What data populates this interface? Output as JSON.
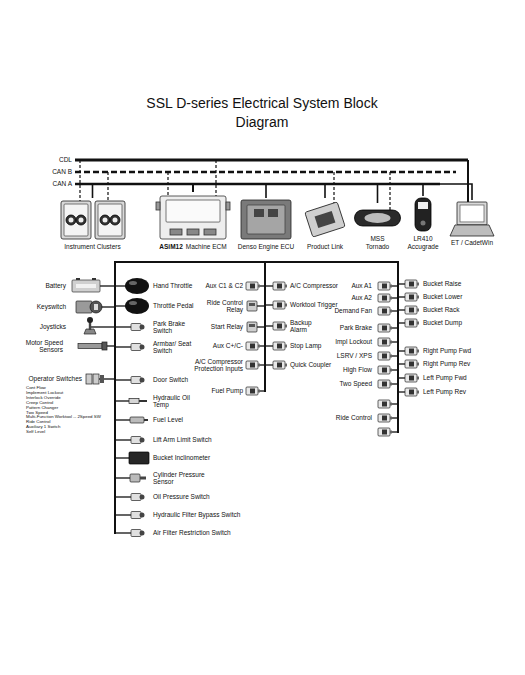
{
  "diagram": {
    "title": "SSL D-series Electrical System Block Diagram",
    "nodes": [
      {
        "text": [
          "Instrument Clusters"
        ]
      },
      {
        "text": [
          "ASiM12",
          "Machine ECM"
        ]
      },
      {
        "text": [
          "Denso Engine ECU"
        ]
      },
      {
        "text": [
          "Product Link"
        ]
      },
      {
        "text": [
          "MSS Tornado"
        ]
      },
      {
        "text": [
          "LR410 Accugrade"
        ]
      },
      {
        "text": [
          "ET / CadetWin"
        ]
      }
    ],
    "edges": [
      {
        "from": 1,
        "to": 0,
        "arrow": "none"
      },
      {
        "from": 1,
        "to": 2,
        "arrow": "none"
      },
      {
        "from": 1,
        "to": 3,
        "arrow": "none"
      },
      {
        "from": 1,
        "to": 4,
        "arrow": "none"
      },
      {
        "from": 1,
        "to": 5,
        "arrow": "none"
      },
      {
        "from": 1,
        "to": 6,
        "arrow": "none"
      }
    ],
    "labels": [
      "CDL",
      "CAN B",
      "CAN A",
      "Battery",
      "Keyswitch",
      "Joysticks",
      "Motor Speed Sensors",
      "Operator Switches",
      "Cont Flow",
      "Implement Lockout",
      "Interlock Override",
      "Creep Control",
      "Pattern Changer",
      "Two Speed",
      "Multi-Function Worktool -- 2Speed SW",
      "Ride Control",
      "Auxiliary 1 Switch",
      "Self Level",
      "Hand Throttle",
      "Throttle Pedal",
      "Park Brake Switch",
      "Armbar/ Seat Switch",
      "Door Switch",
      "Hydraulic Oil Temp",
      "Fuel Level",
      "Lift Arm Limit Switch",
      "Bucket Inclinometer",
      "Cylinder Pressure Sensor",
      "Oil Pressure Switch",
      "Hydraulic Filter Bypass Switch",
      "Air Filter Restriction Switch",
      "Aux C1 & C2",
      "Ride Control Relay",
      "Start Relay",
      "Aux C+/C-",
      "A/C Compressor Protection Inputs",
      "Fuel Pump",
      "A/C Compressor",
      "Worktool Trigger",
      "Backup Alarm",
      "Stop Lamp",
      "Quick Coupler",
      "Aux A1",
      "Aux A2",
      "Demand Fan",
      "Park Brake",
      "Impl Lockout",
      "LSRV / XPS",
      "High Flow",
      "Two Speed",
      "Ride Control",
      "Bucket Raise",
      "Bucket Lower",
      "Bucket Rack",
      "Bucket Dump",
      "Right Pump Fwd",
      "Right Pump Rev",
      "Left Pump Fwd",
      "Left Pump Rev"
    ]
  }
}
